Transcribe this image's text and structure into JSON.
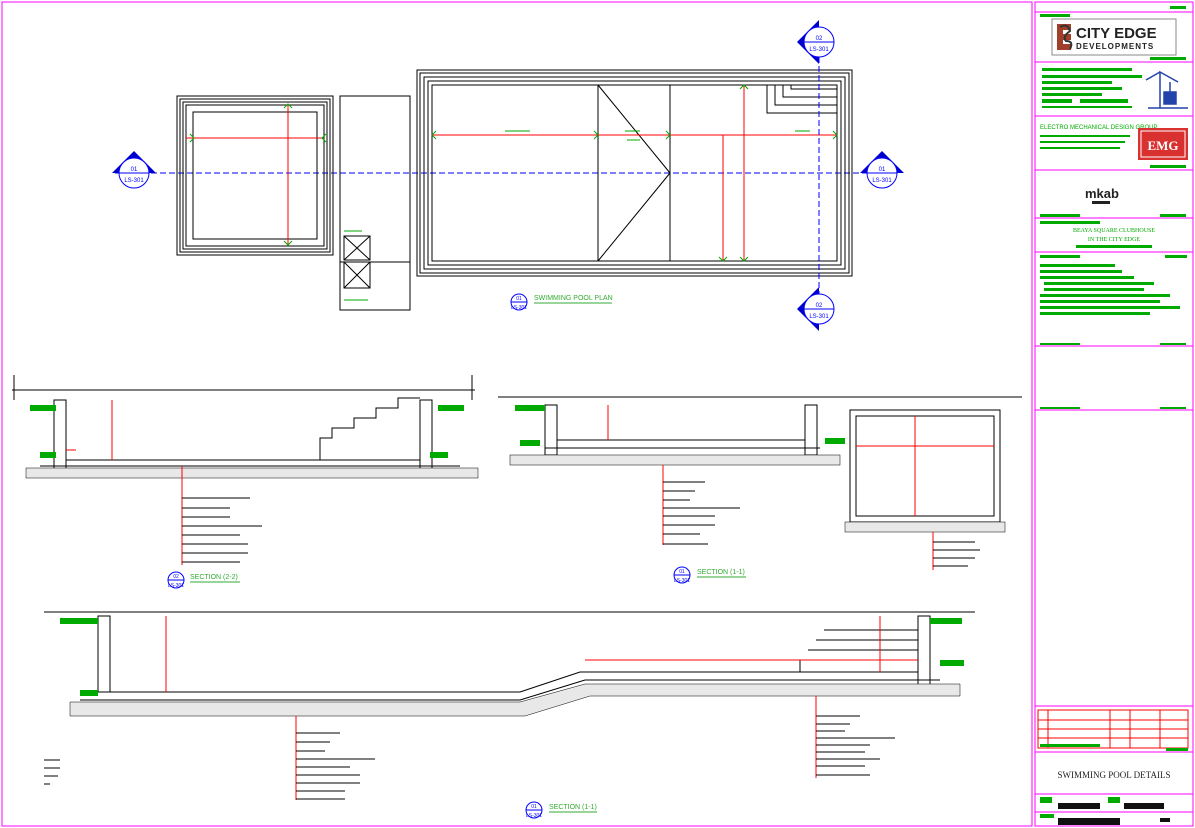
{
  "colors": {
    "frame": "#ff00ff",
    "line": "#000000",
    "dimension": "#ff0000",
    "grid": "#0000ff",
    "annotation": "#00aa00",
    "label": "#33aa33",
    "callout_fill": "#0000cc",
    "emg_red": "#d93030"
  },
  "plan": {
    "title": "SWIMMING POOL PLAN",
    "tag_num": "01",
    "tag_sheet": "LS-301",
    "section_markers": [
      {
        "num": "01",
        "sheet": "LS-301"
      },
      {
        "num": "01",
        "sheet": "LS-301"
      },
      {
        "num": "02",
        "sheet": "LS-301"
      },
      {
        "num": "02",
        "sheet": "LS-301"
      }
    ]
  },
  "sections": [
    {
      "title": "SECTION (2-2)",
      "num": "02",
      "sheet": "LS-301"
    },
    {
      "title": "SECTION (1-1)",
      "num": "01",
      "sheet": "LS-301"
    },
    {
      "title": "SECTION (1-1)",
      "num": "01",
      "sheet": "LS-301"
    }
  ],
  "title_block": {
    "client_logo_line1": "CITY EDGE",
    "client_logo_line2": "DEVELOPMENTS",
    "consultant": "ELECTRO MECHANICAL DESIGN GROUP",
    "consultant_logo": "EMG",
    "architect_logo": "mkab",
    "project_line1": "BEAYA SQUARE CLUBHOUSE",
    "project_line2": "IN THE CITY EDGE",
    "sheet_title": "SWIMMING POOL DETAILS"
  },
  "icons": [
    "section-marker-icon",
    "crane-icon",
    "emg-logo-icon",
    "city-edge-logo-icon"
  ]
}
